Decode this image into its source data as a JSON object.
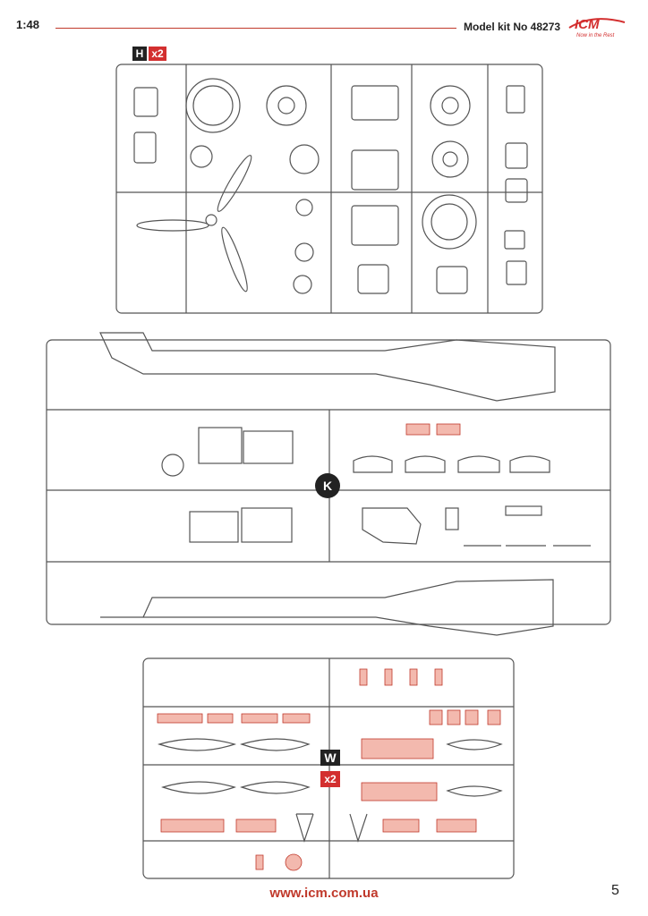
{
  "header": {
    "scale": "1:48",
    "kit_label": "Model kit No 48273"
  },
  "logo": {
    "brand": "ICM",
    "tagline": "Now in the Rest"
  },
  "sprues": {
    "h": {
      "letter": "H",
      "quantity": "x2"
    },
    "k": {
      "letter": "K"
    },
    "w": {
      "letter": "W",
      "quantity": "x2"
    }
  },
  "footer": {
    "url": "www.icm.com.ua",
    "page_number": "5"
  },
  "colors": {
    "accent": "#d32f2f",
    "highlight_fill": "#f3b9ae",
    "line": "#555555"
  }
}
